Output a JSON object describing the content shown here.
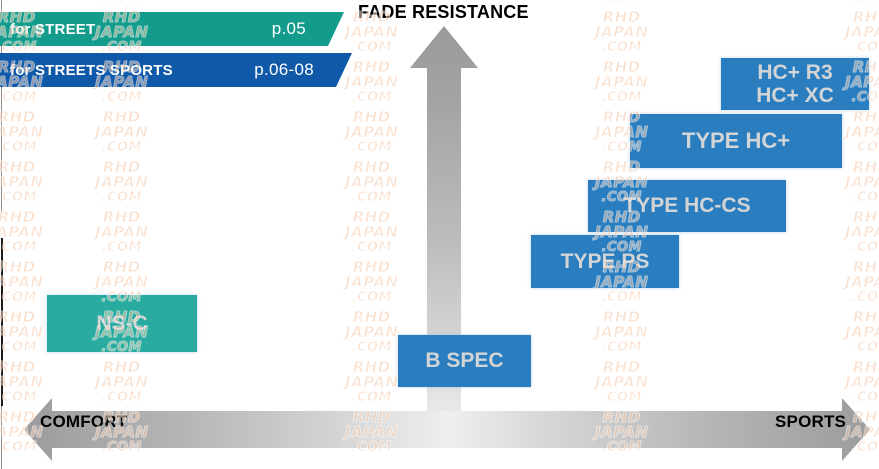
{
  "chart_data": {
    "type": "scatter",
    "title": "FADE RESISTANCE",
    "xlabel": "COMFORT ↔ SPORTS",
    "ylabel": "FADE RESISTANCE",
    "x_axis": {
      "left_label": "COMFORT",
      "right_label": "SPORTS",
      "style": "double-headed-arrow",
      "color": "#a8a8a8"
    },
    "y_axis": {
      "label": "FADE RESISTANCE",
      "style": "upward-arrow",
      "color": "#9e9e9e"
    },
    "grid": false,
    "legend": false,
    "items": [
      {
        "label": "NS-C",
        "lines": [
          "NS-C"
        ],
        "sport_level": 1,
        "fade_level": 1,
        "color": "#2aab9f"
      },
      {
        "label": "B SPEC",
        "lines": [
          "B SPEC"
        ],
        "sport_level": 2,
        "fade_level": 1,
        "color": "#2a7ebf"
      },
      {
        "label": "TYPE PS",
        "lines": [
          "TYPE PS"
        ],
        "sport_level": 3,
        "fade_level": 2,
        "color": "#2a7ebf"
      },
      {
        "label": "TYPE HC-CS",
        "lines": [
          "TYPE HC-CS"
        ],
        "sport_level": 4,
        "fade_level": 3,
        "color": "#2a7ebf"
      },
      {
        "label": "TYPE HC+",
        "lines": [
          "TYPE HC+"
        ],
        "sport_level": 5,
        "fade_level": 4,
        "color": "#2a7ebf"
      },
      {
        "label": "HC+ R3 / HC+ XC",
        "lines": [
          "HC+ R3",
          "HC+ XC"
        ],
        "sport_level": 6,
        "fade_level": 5,
        "color": "#2a7ebf"
      }
    ]
  },
  "banners": [
    {
      "tag": "for STREET",
      "page": "p.05",
      "color": "#139b8b"
    },
    {
      "tag": "for STREETS SPORTS",
      "page": "p.06-08",
      "color": "#1059a8"
    }
  ],
  "axis": {
    "vertical_label": "FADE RESISTANCE",
    "left_label": "COMFORT",
    "right_label": "SPORTS"
  },
  "boxes": {
    "nsc": "NS-C",
    "bspec": "B SPEC",
    "ps": "TYPE PS",
    "hccs": "TYPE HC-CS",
    "hcplus": "TYPE HC+",
    "hcr3": "HC+ R3",
    "hcxc": "HC+ XC"
  },
  "watermark": {
    "line1": "RHD",
    "line2": "JAPAN",
    "line3": ".COM",
    "color": "#f6c6a4"
  }
}
